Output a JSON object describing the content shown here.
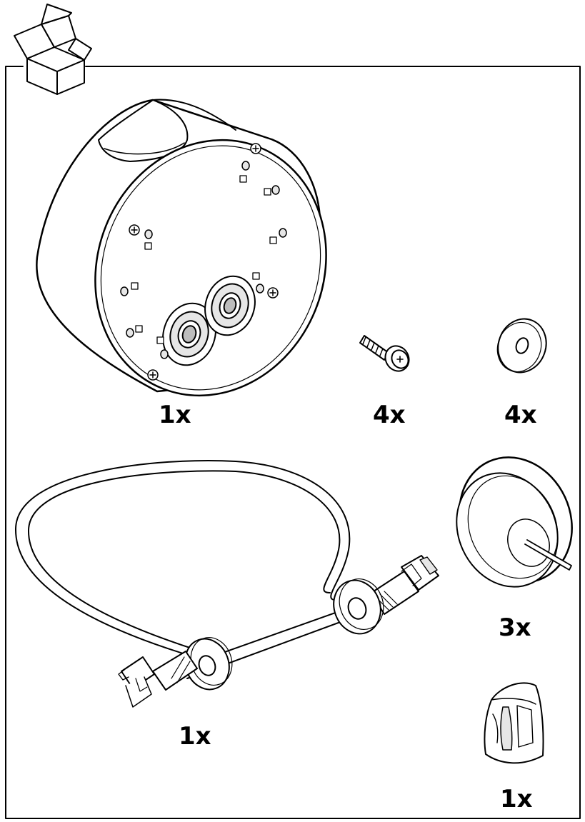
{
  "items": [
    {
      "id": "box",
      "quantity": "1x"
    },
    {
      "id": "screw",
      "quantity": "4x"
    },
    {
      "id": "washer",
      "quantity": "4x"
    },
    {
      "id": "grommet",
      "quantity": "3x"
    },
    {
      "id": "cable",
      "quantity": "1x"
    },
    {
      "id": "cable-clip",
      "quantity": "1x"
    }
  ],
  "colors": {
    "line": "#000000",
    "fill": "#ffffff",
    "shade": "#e6e6e6",
    "dark": "#bdbdbd"
  },
  "icons": [
    "package-icon",
    "junction-box-icon",
    "screw-icon",
    "washer-icon",
    "grommet-icon",
    "network-cable-icon",
    "cable-clip-icon"
  ]
}
